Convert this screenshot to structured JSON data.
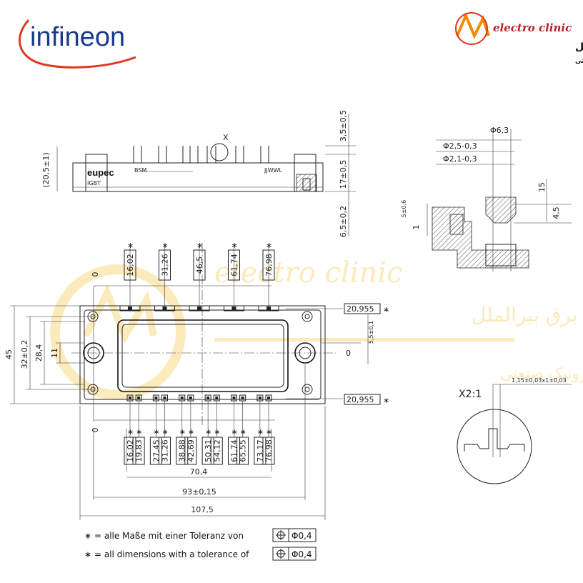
{
  "brand": {
    "logo_text": "infineon",
    "partner_logo_text": "electro clinic",
    "partner_tagline_fa": "کلینیک برق بیرالملل",
    "partner_subtitle_fa": "واردات و پخش محصولات الکترونیک صنعتی"
  },
  "side_view": {
    "module_brand": "eupec",
    "module_type": "IGBT",
    "part_prefix": "BSM",
    "date_code": "JJWWL",
    "view_marker": "X",
    "dims": {
      "height": "(20,5±1)",
      "pin_top": "3,5±0,5",
      "body": "17±0,5",
      "bottom": "6,5±0,2"
    }
  },
  "detail_top": {
    "d1": "Φ6,3",
    "d2": "Φ2,5-0,3",
    "d3": "Φ2,1-0,3",
    "v1": "15",
    "v2": "4,5",
    "v3": "5±0,6",
    "v4": "1"
  },
  "top_view": {
    "top_pins": [
      "16,02",
      "31,26",
      "46,5",
      "61,74",
      "76,98"
    ],
    "bottom_pins": [
      "16,02",
      "19,83",
      "27,45",
      "31,26",
      "38,88",
      "42,69",
      "50,31",
      "54,12",
      "61,74",
      "65,55",
      "73,17",
      "76,98"
    ],
    "zero": "0",
    "left_dims": {
      "overall": "45",
      "mid": "32±0,2",
      "inner": "28,4",
      "small": "11"
    },
    "right_dims": {
      "top": "20,955",
      "center": "5,5±0,1",
      "bottom": "20,955",
      "zero": "0"
    },
    "bottom_dims": {
      "a": "70,4",
      "b": "93±0,15",
      "c": "107,5"
    }
  },
  "detail_x": {
    "label": "X2:1",
    "dim": "1,15±0,03x1±0,03"
  },
  "notes": [
    {
      "star": "∗",
      "text": "= alle Maße mit einer Toleranz von",
      "tol": "Φ0,4"
    },
    {
      "star": "∗",
      "text": "= all dimensions with a tolerance of",
      "tol": "Φ0,4"
    }
  ],
  "colors": {
    "infineon_blue": "#1a3c8c",
    "infineon_red": "#e03a1e",
    "watermark": "#f5c542",
    "line": "#222222"
  }
}
